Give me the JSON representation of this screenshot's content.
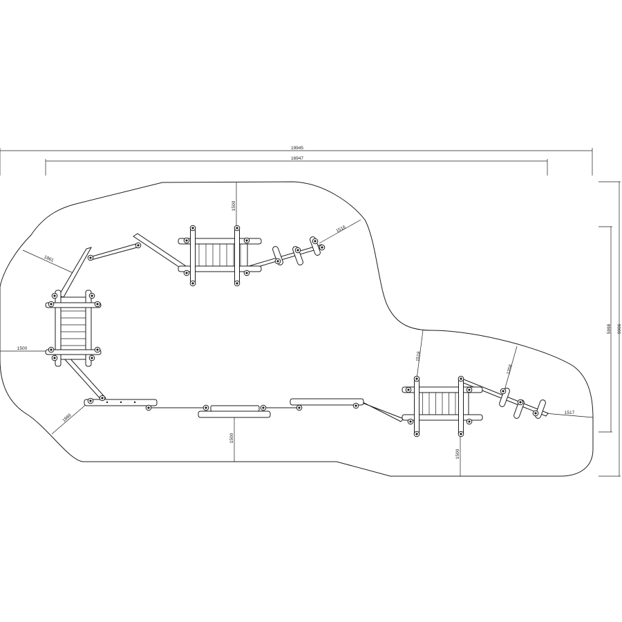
{
  "dimensions": {
    "overall_width": "19945",
    "inner_width": "16947",
    "overall_height": "9906",
    "inner_height": "5998",
    "clearance_top": "1500",
    "clearance_bottom_left": "1500",
    "clearance_bottom_right": "1500",
    "clearance_left": "1500",
    "diag_upper_left": "1861",
    "diag_lower_left": "1869",
    "diag_upper_right": "1516",
    "diag_mid_right": "1518",
    "diag_right_low": "1358",
    "diag_far_right": "1517"
  },
  "colors": {
    "line": "#1a1a1a",
    "background": "#ffffff"
  }
}
